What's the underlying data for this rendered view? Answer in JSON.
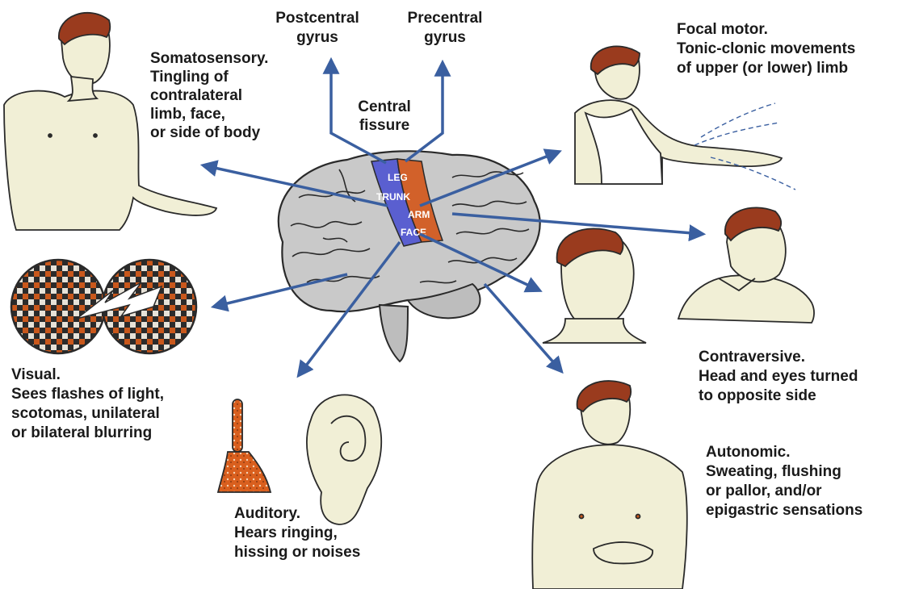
{
  "labels": {
    "postcentral": [
      "Postcentral",
      "gyrus"
    ],
    "precentral": [
      "Precentral",
      "gyrus"
    ],
    "central_fissure": [
      "Central",
      "fissure"
    ],
    "somatosensory": [
      "Somatosensory.",
      "Tingling of",
      "contralateral",
      "limb, face,",
      "or side of body"
    ],
    "focal_motor": [
      "Focal motor.",
      "Tonic-clonic movements",
      "of upper (or lower) limb"
    ],
    "contraversive": [
      "Contraversive.",
      "Head and eyes turned",
      "to opposite side"
    ],
    "autonomic": [
      "Autonomic.",
      "Sweating, flushing",
      "or pallor, and/or",
      "epigastric sensations"
    ],
    "visual": [
      "Visual.",
      "Sees flashes of light,",
      "scotomas, unilateral",
      "or bilateral blurring"
    ],
    "auditory": [
      "Auditory.",
      "Hears ringing,",
      "hissing or noises"
    ]
  },
  "brain_regions": {
    "leg": "LEG",
    "trunk": "TRUNK",
    "arm": "ARM",
    "face": "FACE"
  },
  "colors": {
    "arrow": "#3a5fa0",
    "postcentral_strip": "#5a5fd0",
    "precentral_strip": "#d2612a",
    "brain": "#c9c9c9",
    "skin": "#f1efd6",
    "hair": "#9a3b1e",
    "outline": "#2a2a2a"
  }
}
